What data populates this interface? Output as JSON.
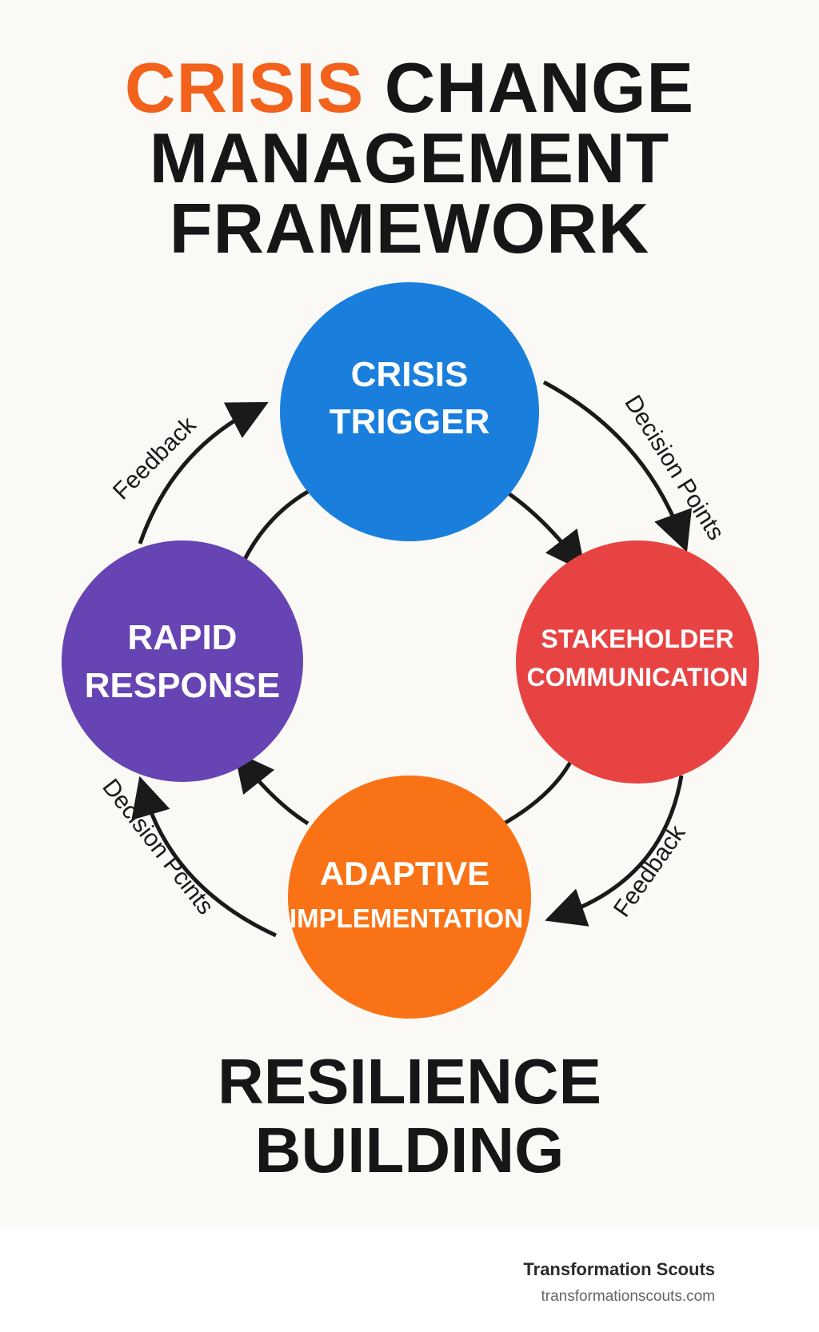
{
  "title": {
    "accent_word": "CRISIS",
    "line1_rest": "CHANGE",
    "line2": "MANAGEMENT",
    "line3": "FRAMEWORK"
  },
  "nodes": [
    {
      "id": "crisis-trigger",
      "lines": [
        "CRISIS",
        "TRIGGER"
      ],
      "color": "#1a7fdc"
    },
    {
      "id": "stakeholder-communication",
      "lines": [
        "STAKEHOLDER",
        "COMMUNICATION"
      ],
      "color": "#e84343"
    },
    {
      "id": "adaptive-implementation",
      "lines": [
        "ADAPTIVE",
        "IMPLEMENTATION"
      ],
      "color": "#f97316"
    },
    {
      "id": "rapid-response",
      "lines": [
        "RAPID",
        "RESPONSE"
      ],
      "color": "#6644b3"
    }
  ],
  "edge_labels": {
    "top_left": "Feedback",
    "top_right": "Decision Points",
    "bottom_right": "Feedback",
    "bottom_left": "Decision Pcints"
  },
  "bottom_title": {
    "line1": "RESILIENCE",
    "line2": "BUILDING"
  },
  "footer": {
    "brand": "Transformation Scouts",
    "url": "transformationscouts.com"
  }
}
